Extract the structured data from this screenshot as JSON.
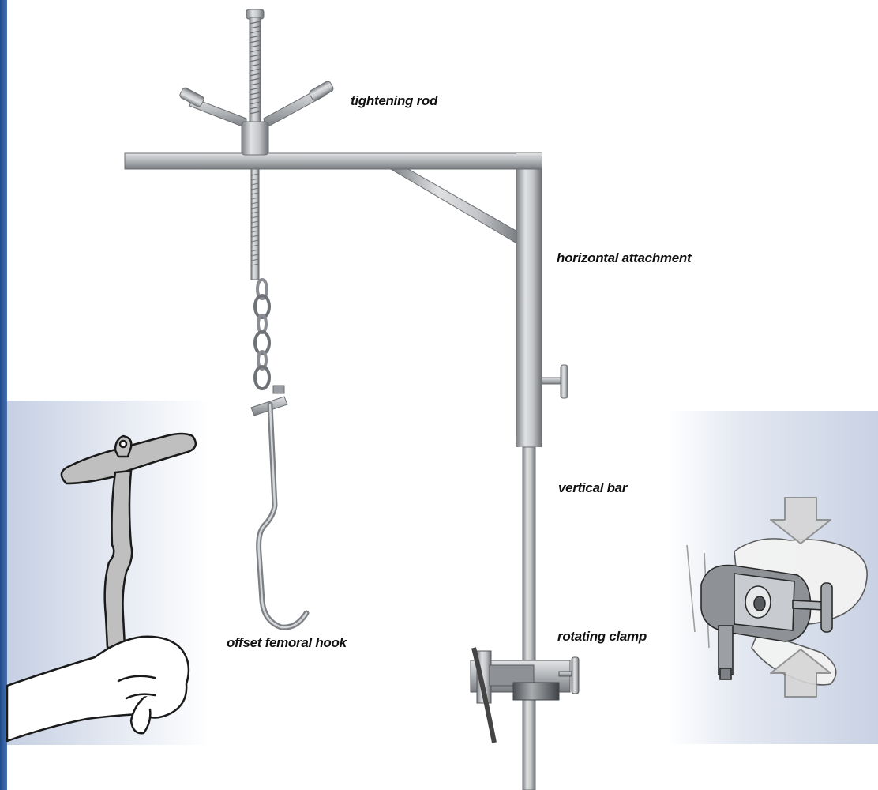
{
  "labels": {
    "tightening_rod": "tightening rod",
    "horizontal_attachment": "horizontal attachment",
    "vertical_bar": "vertical bar",
    "rotating_clamp": "rotating clamp",
    "offset_femoral_hook": "offset femoral hook"
  },
  "colors": {
    "background": "#ffffff",
    "left_edge_band": "#2f5b9a",
    "panel_gradient_dark": "#c7d1e3",
    "panel_gradient_light": "#f4f6fa",
    "steel_dark": "#6b6e72",
    "steel_light": "#d9dbde",
    "label_text": "#111111",
    "arrow_outline": "#8a8a8a"
  },
  "icons": {
    "hand_grip": "fist-holding-hook-illustration",
    "press_arrows": "press-down-press-up-arrows",
    "clamp_inset": "hand-pressing-rotating-clamp-illustration"
  }
}
